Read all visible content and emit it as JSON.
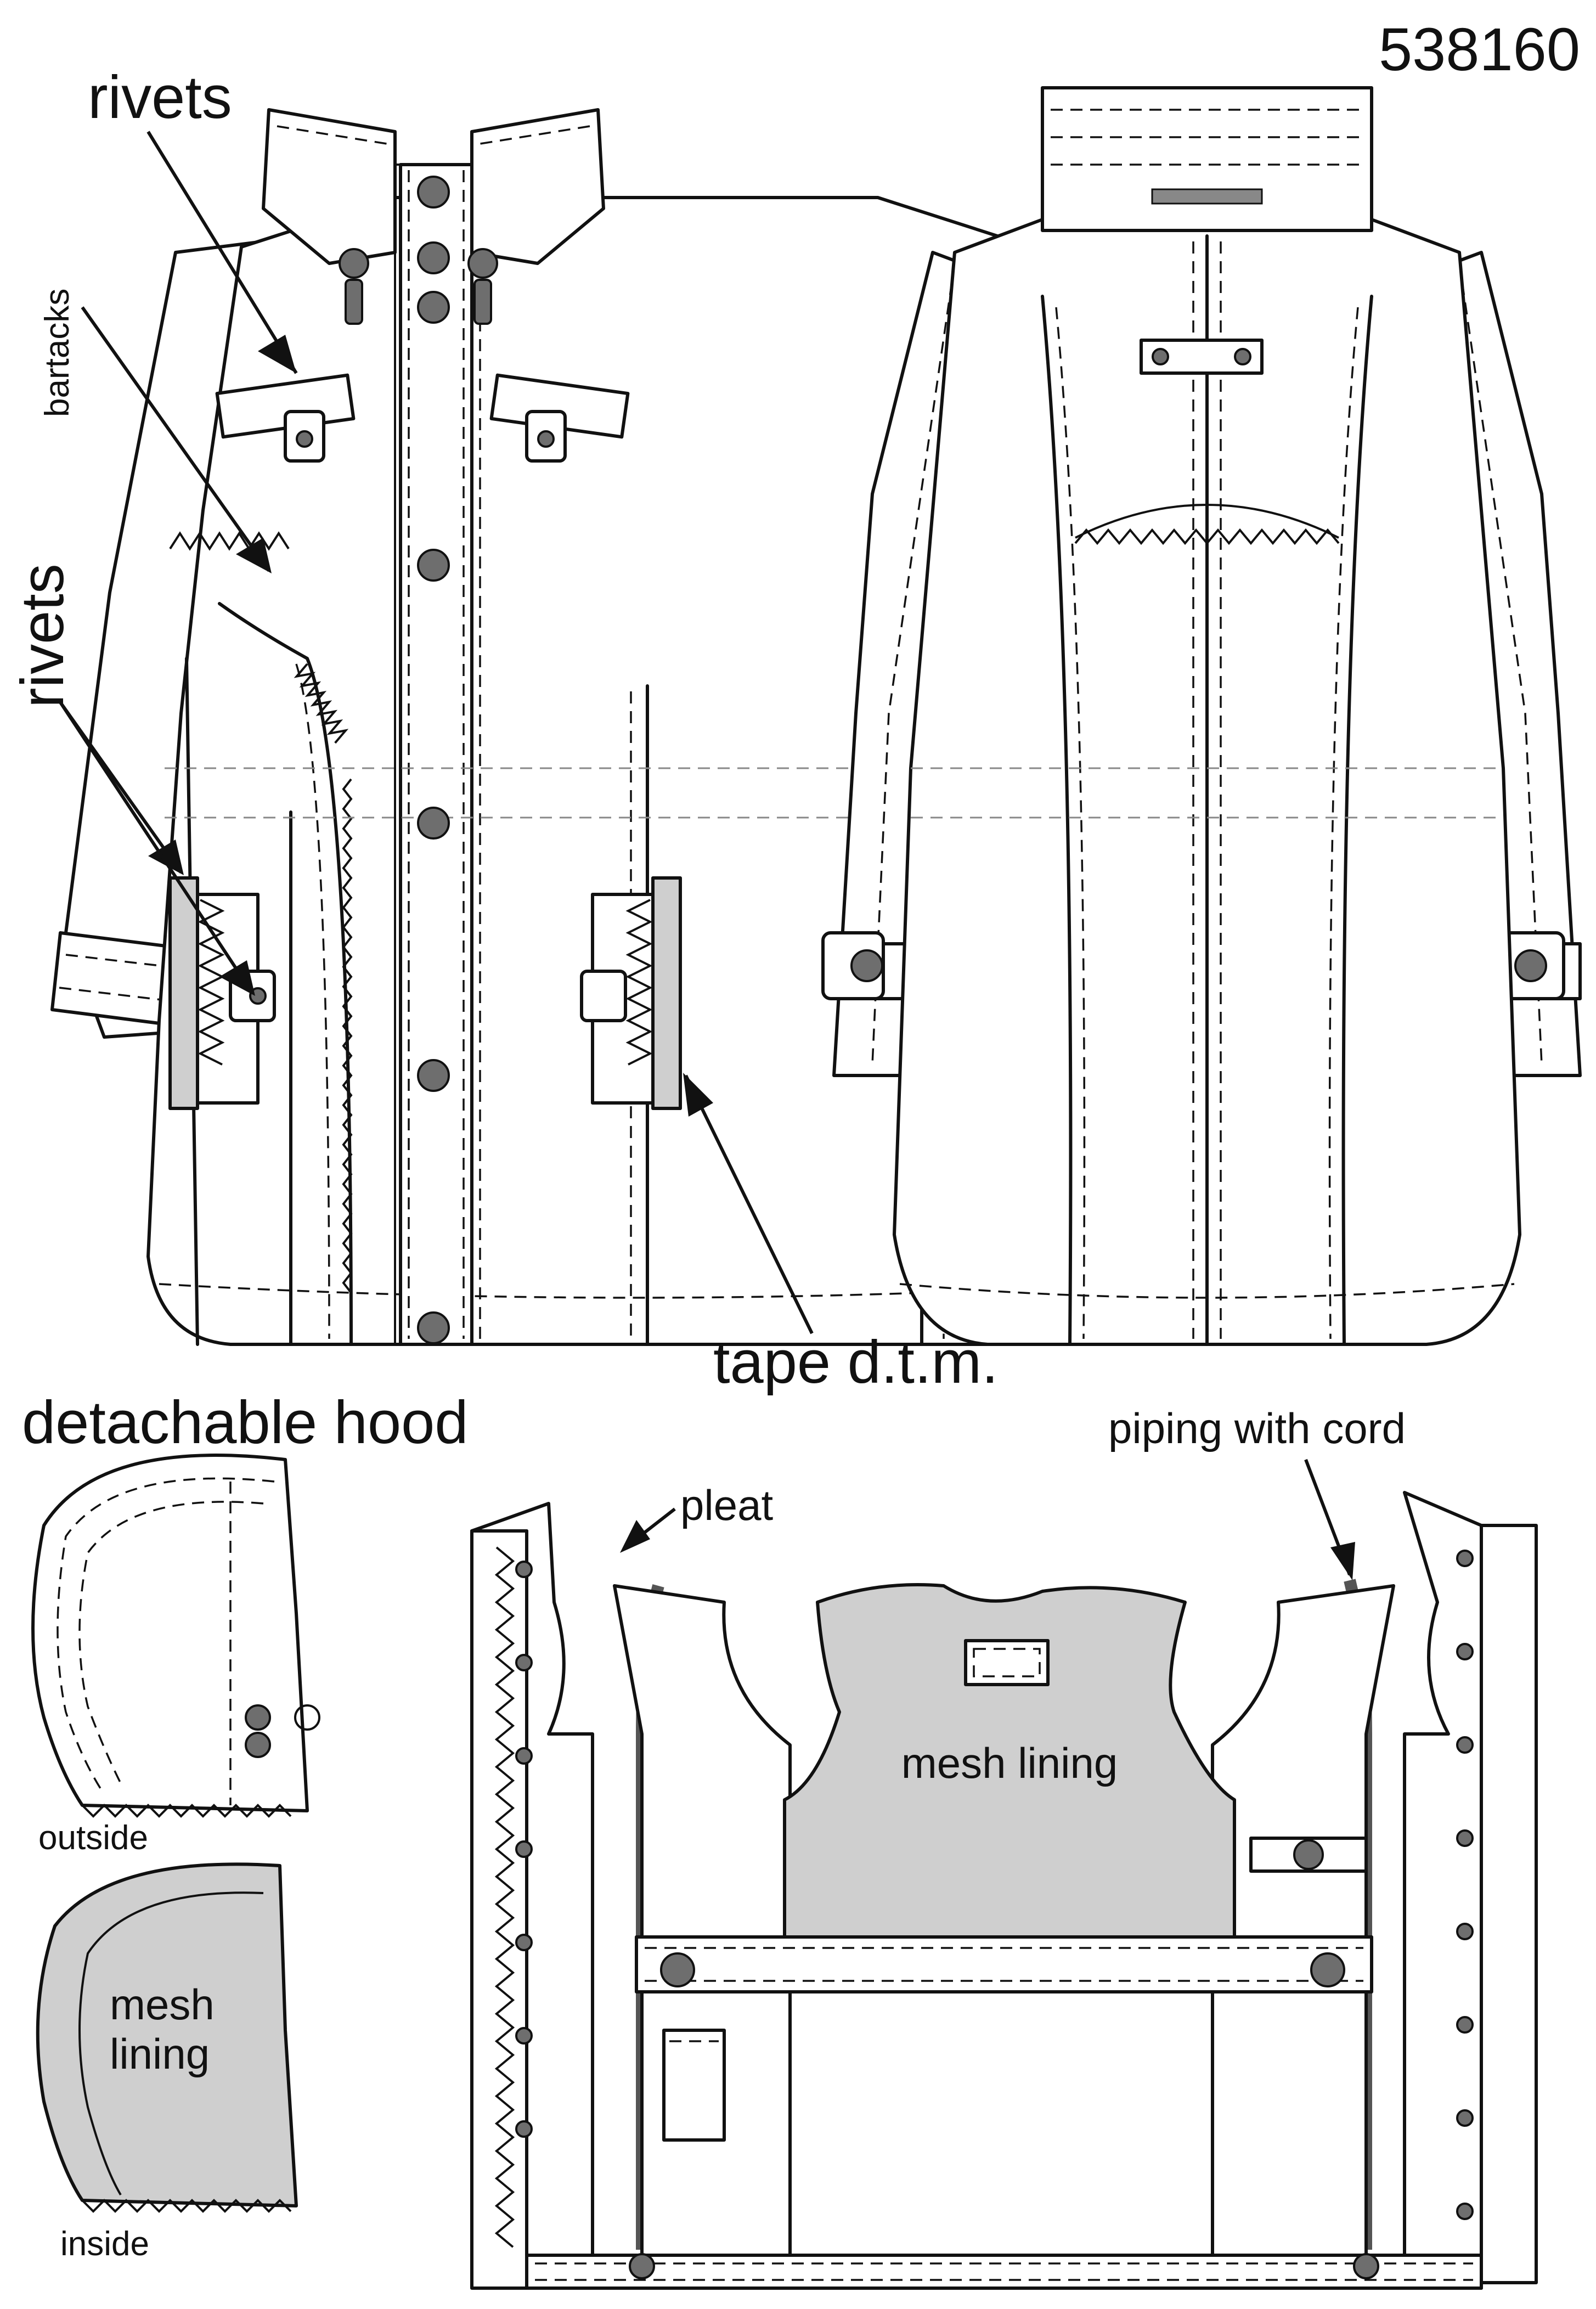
{
  "style_number": "538160",
  "labels": {
    "rivets_top": "rivets",
    "bartacks": "bartacks",
    "rivets_side": "rivets",
    "tape": "tape d.t.m.",
    "detachable_hood": "detachable hood",
    "outside": "outside",
    "mesh_lining_hood": [
      "mesh",
      "lining"
    ],
    "inside": "inside",
    "pleat": "pleat",
    "piping": "piping with cord",
    "mesh_lining_body": "mesh lining"
  },
  "colors": {
    "line": "#111111",
    "rivet": "#6e6e6e",
    "mesh": "#cfcfcf",
    "paper": "#ffffff"
  }
}
